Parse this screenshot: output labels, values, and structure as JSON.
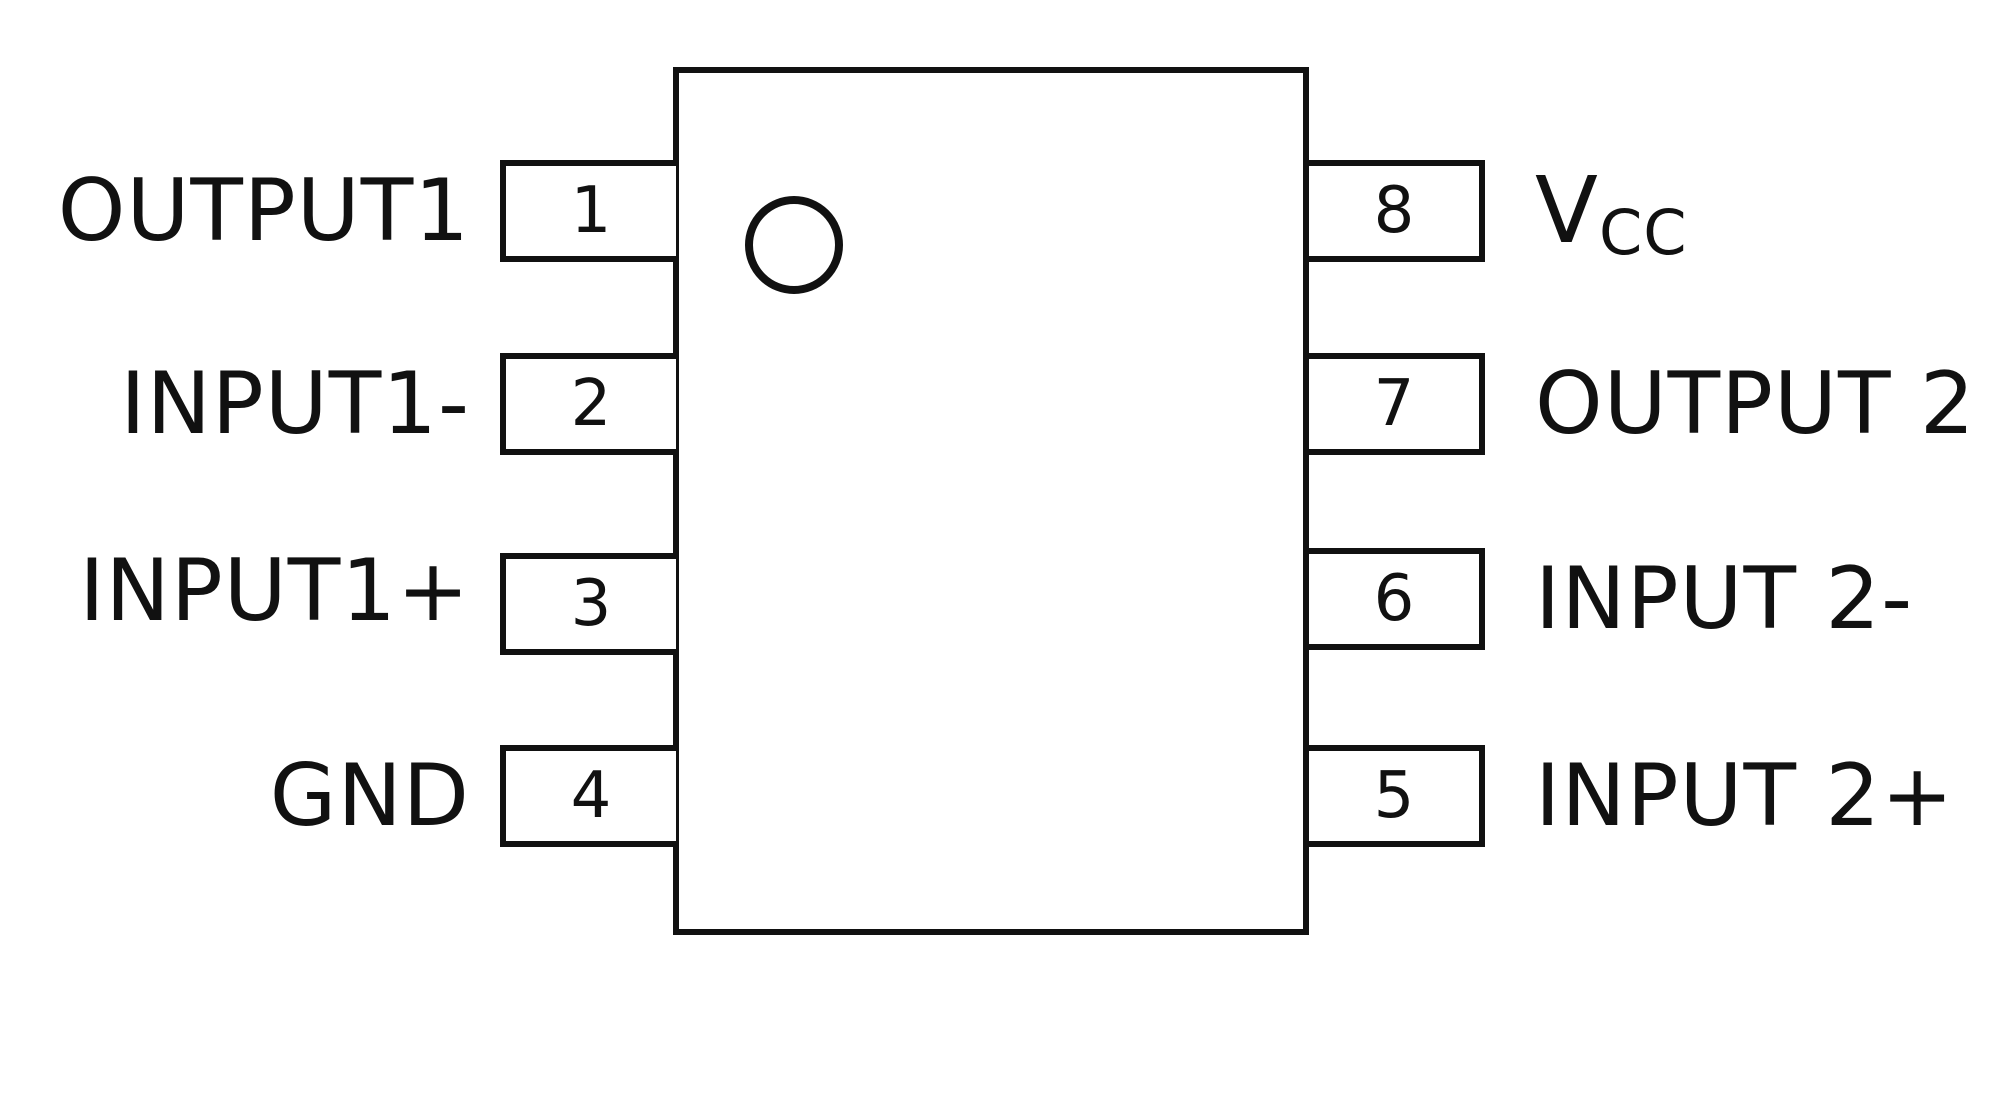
{
  "diagram": {
    "chip": {
      "orientation_mark": "circle-notch"
    },
    "pins_left": [
      {
        "number": "1",
        "label": "OUTPUT1"
      },
      {
        "number": "2",
        "label": "INPUT1-"
      },
      {
        "number": "3",
        "label": "INPUT1+"
      },
      {
        "number": "4",
        "label": "GND"
      }
    ],
    "pins_right": [
      {
        "number": "8",
        "label_main": "V",
        "label_sub": "CC"
      },
      {
        "number": "7",
        "label": "OUTPUT 2"
      },
      {
        "number": "6",
        "label": "INPUT 2-"
      },
      {
        "number": "5",
        "label": "INPUT 2+"
      }
    ]
  }
}
